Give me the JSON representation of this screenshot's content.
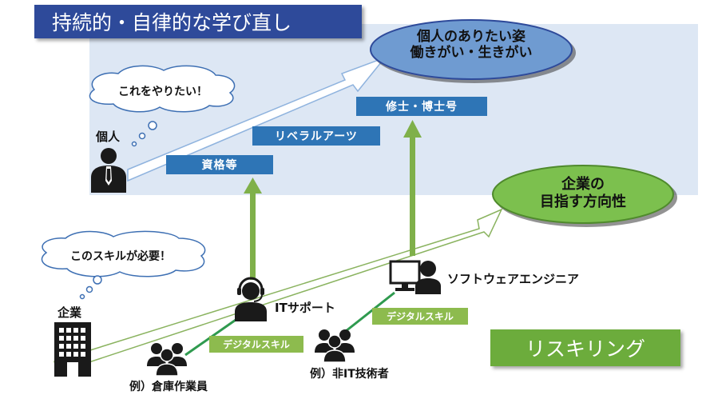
{
  "title": "持続的・自律的な学び直し",
  "personal_goal": {
    "line1": "個人のありたい姿",
    "line2": "働きがい・生きがい"
  },
  "corporate_goal": {
    "line1": "企業の",
    "line2": "目指す方向性"
  },
  "thought_individual": "これをやりたい！",
  "thought_company": "このスキルが必要！",
  "label_individual": "個人",
  "label_company": "企業",
  "steps": [
    "資格等",
    "リベラルアーツ",
    "修士・博士号"
  ],
  "roles": {
    "it_support": "ITサポート",
    "software_engineer": "ソフトウェアエンジニア"
  },
  "digital_skill_tags": [
    "デジタルスキル",
    "デジタルスキル"
  ],
  "examples": {
    "warehouse": "例）倉庫作業員",
    "non_it": "例）非IT技術者"
  },
  "reskilling": "リスキリング",
  "colors": {
    "title_bg": "#2e4a9a",
    "step_bg": "#2e75b6",
    "goal_blue": "#6f9bd1",
    "goal_green": "#7cc04e",
    "digital_tag": "#8dbb4e",
    "arrow_green": "#7fb04a",
    "panel_bg": "#dde7f4",
    "reskill_bg": "#6cac3c"
  }
}
